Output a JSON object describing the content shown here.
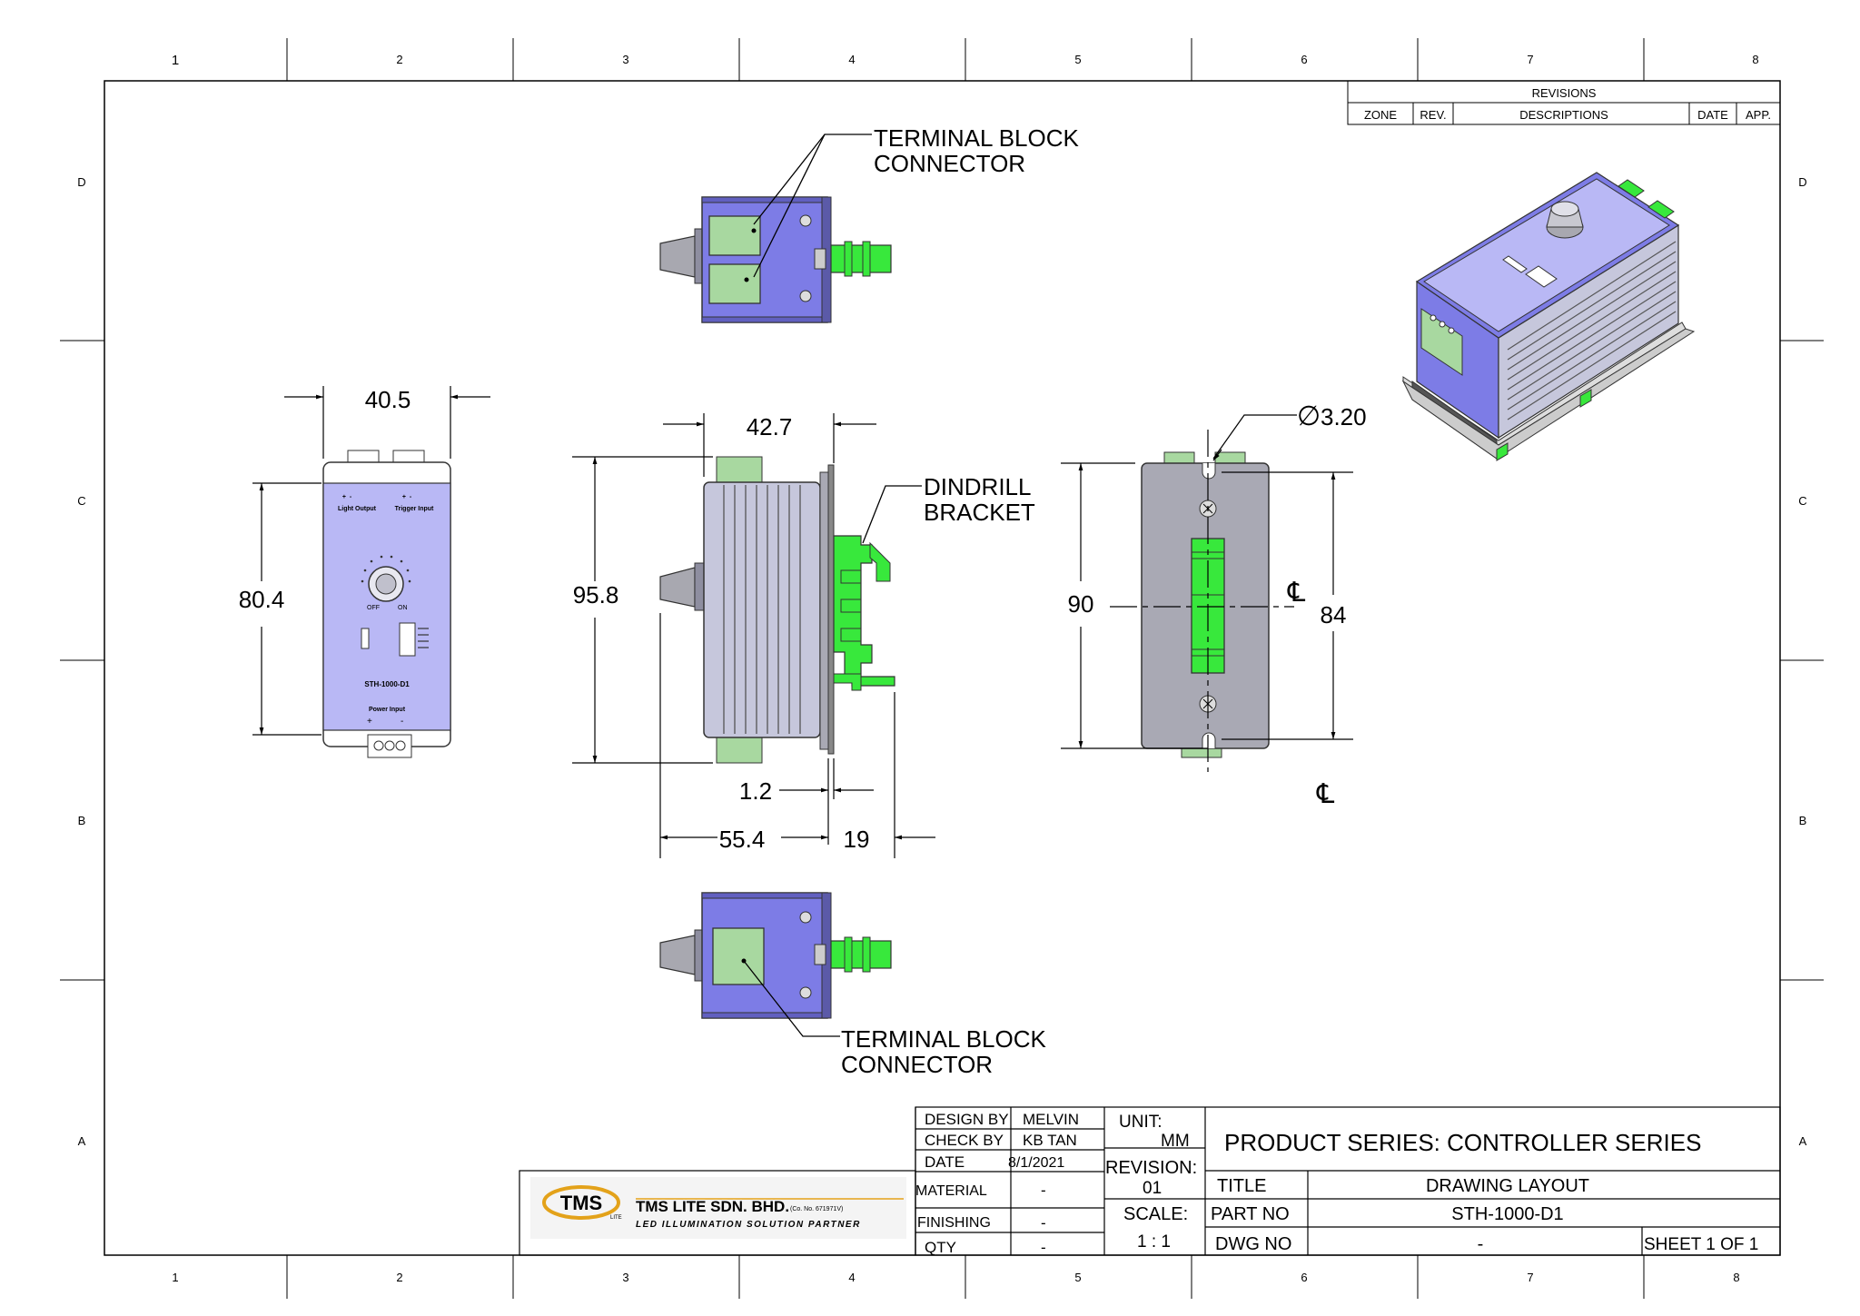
{
  "frame": {
    "zones_x": [
      "1",
      "2",
      "3",
      "4",
      "5",
      "6",
      "7",
      "8"
    ],
    "zones_y": [
      "D",
      "C",
      "B",
      "A"
    ]
  },
  "revisions": {
    "title": "REVISIONS",
    "headers": [
      "ZONE",
      "REV.",
      "DESCRIPTIONS",
      "DATE",
      "APP."
    ]
  },
  "callouts": {
    "terminal_top": [
      "TERMINAL BLOCK",
      "CONNECTOR"
    ],
    "terminal_bottom": [
      "TERMINAL BLOCK",
      "CONNECTOR"
    ],
    "din_bracket": [
      "DINDRILL",
      "BRACKET"
    ]
  },
  "dimensions": {
    "front_width": "40.5",
    "front_height": "80.4",
    "side_width": "42.7",
    "side_height": "95.8",
    "plate_thickness": "1.2",
    "body_depth": "55.4",
    "bracket_depth": "19",
    "rear_height": "90",
    "hole_spacing": "84",
    "hole_diameter_symbol": "∅",
    "hole_diameter": "3.20",
    "centerline_symbol": "℄"
  },
  "front_panel": {
    "light_output": "Light Output",
    "trigger_input": "Trigger Input",
    "model": "STH-1000-D1",
    "power_input": "Power Input",
    "off_label": "OFF",
    "on_label": "ON"
  },
  "title_block": {
    "design_by_label": "DESIGN BY",
    "design_by": "MELVIN",
    "check_by_label": "CHECK BY",
    "check_by": "KB TAN",
    "date_label": "DATE",
    "date": "8/1/2021",
    "material_label": "MATERIAL",
    "material": "-",
    "finishing_label": "FINISHING",
    "finishing": "-",
    "qty_label": "QTY",
    "qty": "-",
    "unit_label": "UNIT:",
    "unit": "MM",
    "revision_label": "REVISION:",
    "revision": "01",
    "scale_label": "SCALE:",
    "scale": "1 : 1",
    "product_series": "PRODUCT SERIES:  CONTROLLER SERIES",
    "title_label": "TITLE",
    "title": "DRAWING LAYOUT",
    "part_no_label": "PART NO",
    "part_no": "STH-1000-D1",
    "dwg_no_label": "DWG NO",
    "dwg_no": "-",
    "sheet": "SHEET 1 OF 1"
  },
  "company": {
    "logo": "TMS",
    "logo_sub": "LITE",
    "name": "TMS LITE SDN. BHD.",
    "reg": "(Co. No. 671971V)",
    "tagline": "LED ILLUMINATION SOLUTION PARTNER"
  },
  "colors": {
    "body_purple": "#7d7ce6",
    "panel_lavender": "#b9b8f5",
    "terminal_green": "#a8d8a0",
    "din_green": "#38e83c",
    "knob_gray": "#a8a8b0",
    "heatsink_gray": "#c6c7dc",
    "plate_gray": "#a9a9b4"
  }
}
